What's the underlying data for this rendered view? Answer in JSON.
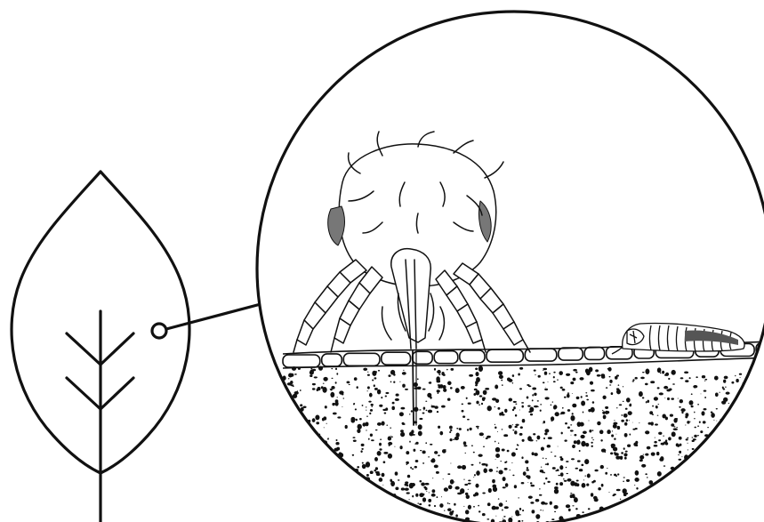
{
  "figure": {
    "subjects": [
      "leaf",
      "magnified-leaf-section",
      "mite",
      "larva"
    ],
    "colors": {
      "ink": "#111111",
      "background": "#ffffff",
      "shading": "#555555"
    }
  }
}
